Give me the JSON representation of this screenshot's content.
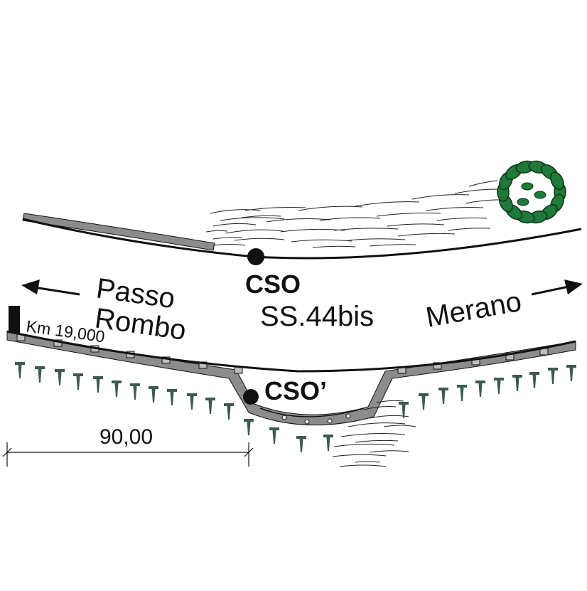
{
  "labels": {
    "passo_line1": "Passo",
    "passo_line2": "Rombo",
    "merano": "Merano",
    "cso": "CSO",
    "cso_prime": "CSO’",
    "road": "SS.44bis",
    "km": "Km 19,000",
    "dimension": "90,00"
  },
  "colors": {
    "line": "#111111",
    "wall_fill": "#8c8c8c",
    "anchor": "#3c5a50",
    "tree": "#1f7a3a"
  }
}
